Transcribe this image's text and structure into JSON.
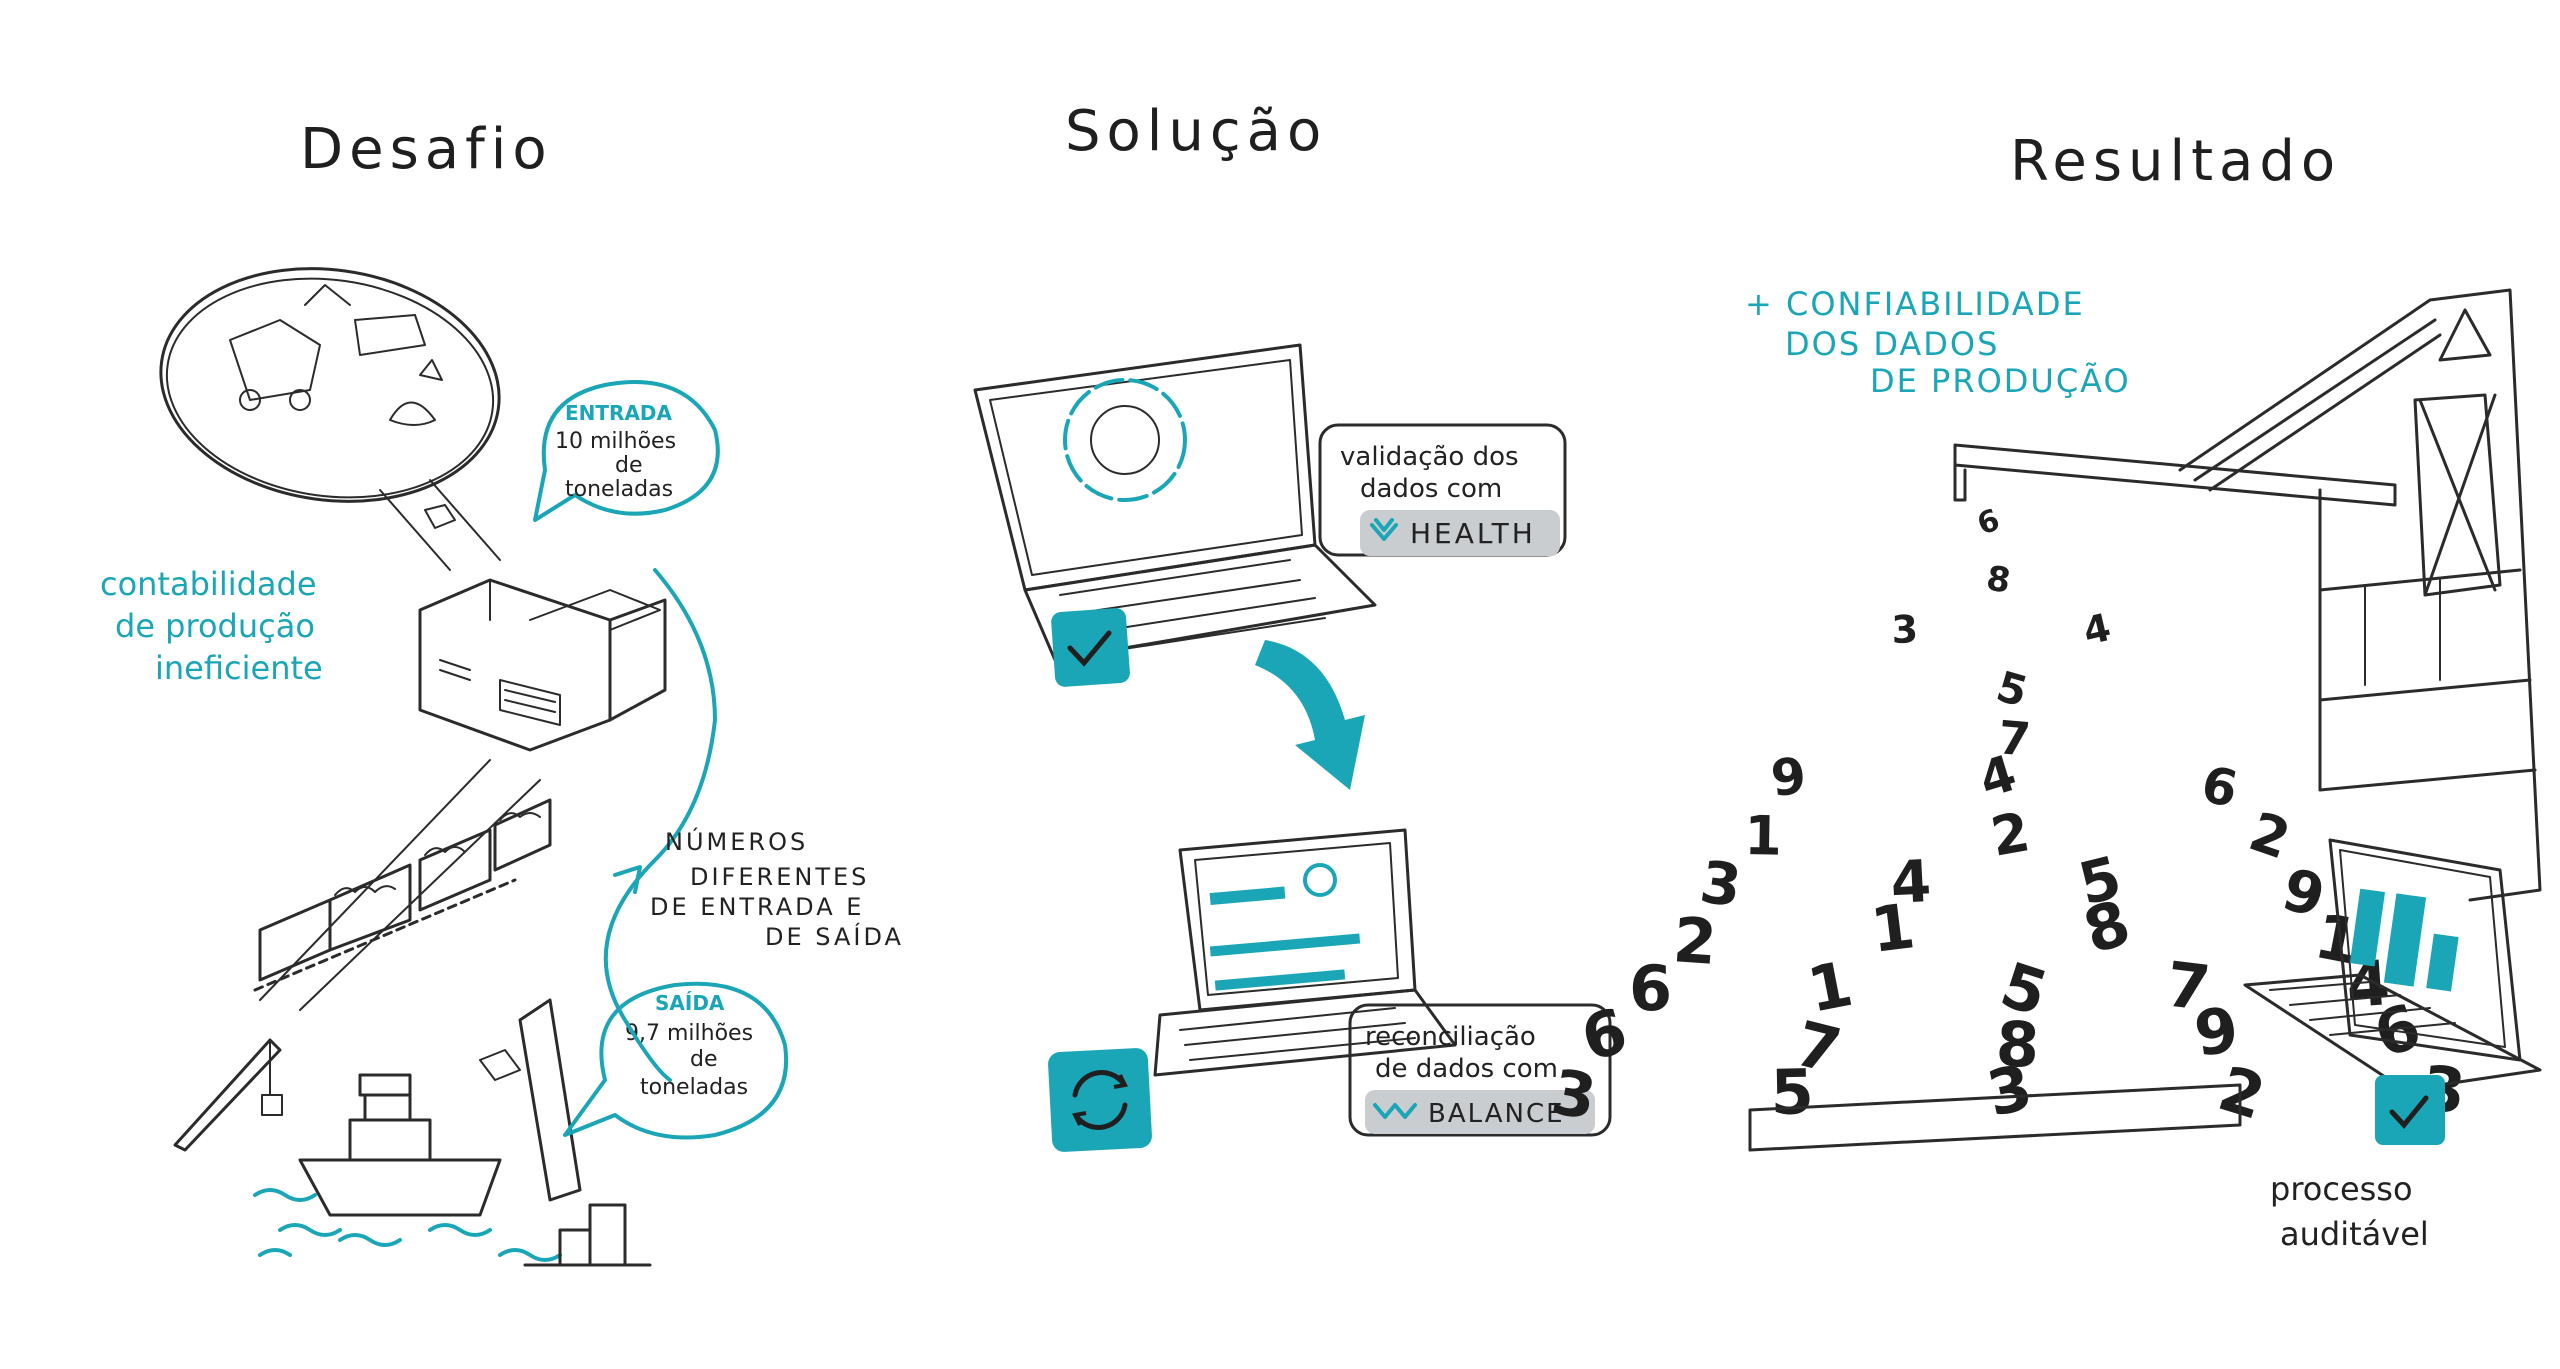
{
  "sections": {
    "challenge": {
      "title": "Desafio",
      "note": [
        "contabilidade",
        "de produção",
        "ineficiente"
      ],
      "input_bubble": {
        "label": "ENTRADA",
        "lines": [
          "10 milhões",
          "de",
          "toneladas"
        ]
      },
      "output_bubble": {
        "label": "SAÍDA",
        "lines": [
          "9,7 milhões",
          "de",
          "toneladas"
        ]
      },
      "difference_note": [
        "NÚMEROS",
        "DIFERENTES",
        "DE ENTRADA E",
        "DE SAÍDA"
      ]
    },
    "solution": {
      "title": "Solução",
      "health_box": {
        "lines": [
          "validação dos",
          "dados com"
        ],
        "product": "HEALTH"
      },
      "balance_box": {
        "lines": [
          "reconciliação",
          "de dados com"
        ],
        "product": "BALANCE"
      }
    },
    "result": {
      "title": "Resultado",
      "benefit": [
        "+ CONFIABILIDADE",
        "DOS DADOS",
        "DE PRODUÇÃO"
      ],
      "process_note": [
        "processo",
        "auditável"
      ]
    }
  },
  "number_pile": [
    "6",
    "8",
    "3",
    "4",
    "5",
    "7",
    "9",
    "4",
    "6",
    "1",
    "2",
    "2",
    "3",
    "4",
    "5",
    "9",
    "2",
    "1",
    "8",
    "1",
    "6",
    "1",
    "5",
    "7",
    "4",
    "6",
    "7",
    "8",
    "9",
    "6",
    "3",
    "5",
    "3",
    "2",
    "3"
  ],
  "colors": {
    "accent": "#1aa6b7",
    "ink": "#2b2b2b",
    "tag_bg": "#c9cdd0"
  }
}
